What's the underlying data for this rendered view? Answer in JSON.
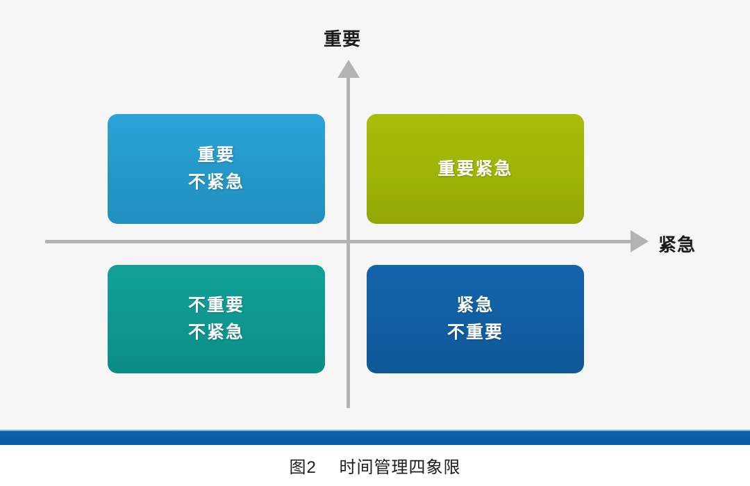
{
  "figure": {
    "caption": "图2　 时间管理四象限",
    "background_color": "#f6f6f6",
    "accent_bar_color": "#0a5da3"
  },
  "axes": {
    "vertical": {
      "label": "重要",
      "direction": "up",
      "icon": "arrow-up-icon",
      "color": "#b3b3b3"
    },
    "horizontal": {
      "label": "紧急",
      "direction": "right",
      "icon": "arrow-right-icon",
      "color": "#b3b3b3"
    }
  },
  "quadrants": [
    {
      "id": "important-not-urgent",
      "position": "top-left",
      "lines": [
        "重要",
        "不紧急"
      ],
      "color": "#2497c8",
      "shadow_color": "#1b6e96"
    },
    {
      "id": "important-urgent",
      "position": "top-right",
      "lines": [
        "重要紧急"
      ],
      "color": "#9fb406",
      "shadow_color": "#74830a"
    },
    {
      "id": "not-important-not-urgent",
      "position": "bottom-left",
      "lines": [
        "不重要",
        "不紧急"
      ],
      "color": "#0e9790",
      "shadow_color": "#0a6f6a"
    },
    {
      "id": "urgent-not-important",
      "position": "bottom-right",
      "lines": [
        "紧急",
        "不重要"
      ],
      "color": "#115ea2",
      "shadow_color": "#0b4877"
    }
  ]
}
